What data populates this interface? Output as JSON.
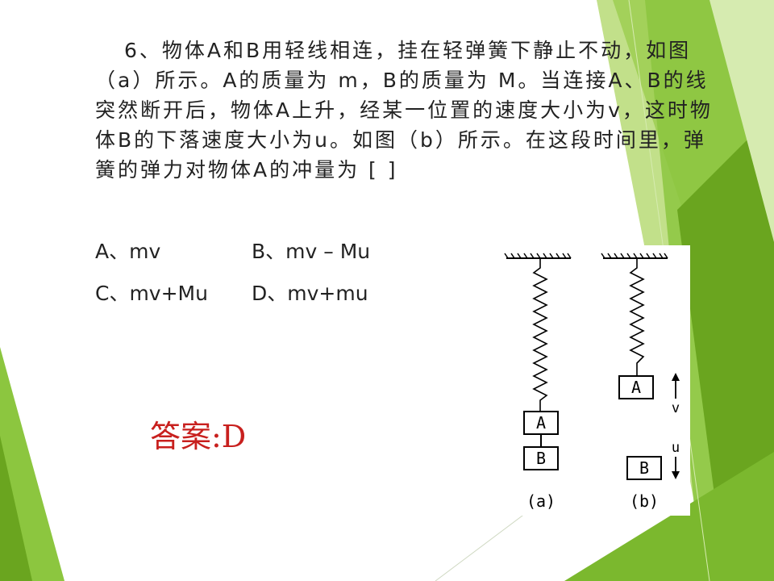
{
  "question": {
    "text": "6、物体A和B用轻线相连，挂在轻弹簧下静止不动，如图（a）所示。A的质量为 m，B的质量为 M。当连接A、B的线突然断开后，物体A上升，经某一位置的速度大小为v，这时物体B的下落速度大小为u。如图（b）所示。在这段时间里，弹簧的弹力对物体A的冲量为 [ ]"
  },
  "options": {
    "a": "A、mv",
    "b": "B、mv – Mu",
    "c": "C、mv+Mu",
    "d": "D、mv+mu"
  },
  "answer": "答案:D",
  "figure": {
    "block_a": "A",
    "block_b": "B",
    "label_a": "(a)",
    "label_b": "(b)",
    "velocity_v": "v",
    "velocity_u": "u"
  },
  "colors": {
    "green_dark": "#6aa51f",
    "green_mid": "#8cc63f",
    "green_light": "#c2e08a",
    "answer_red": "#c8201e"
  }
}
